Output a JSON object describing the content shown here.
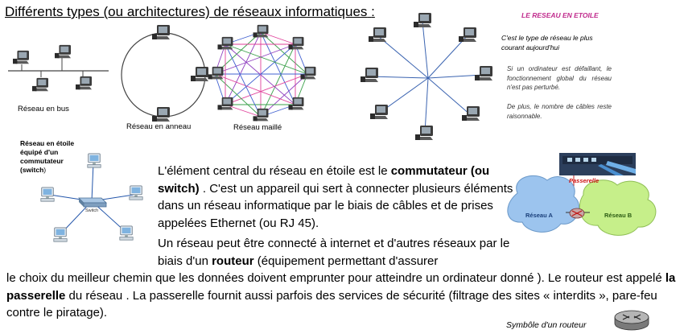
{
  "title": "Différents types (ou architectures) de réseaux informatiques",
  "title_suffix": ":",
  "diagrams": {
    "bus_label": "Réseau en bus",
    "ring_label": "Réseau en anneau",
    "mesh_label": "Réseau maillé"
  },
  "star_panel": {
    "heading": "LE RESEAU EN ETOILE",
    "description": "C'est le type de réseau le plus courant aujourd'hui",
    "note1": "Si un ordinateur est défaillant, le fonctionnement global du réseau n'est pas perturbé.",
    "note2": "De plus, le nombre de câbles reste raisonnable."
  },
  "switch_diagram": {
    "caption_line1": "Réseau en étoile",
    "caption_line2": "équipé d'un",
    "caption_line3": "commutateur",
    "caption_line4": "(switch",
    "caption_paren": ")",
    "switch_label": "Switch"
  },
  "gateway_diagram": {
    "label": "Passerelle",
    "network_a": "Réseau A",
    "network_b": "Réseau B"
  },
  "text": {
    "p1_a": "L'élément central du réseau en étoile  est le ",
    "p1_b": "commutateur (ou switch)",
    "p1_c": " . C'est un appareil qui sert à connecter plusieurs éléments dans un réseau informatique par le biais de câbles et de prises   appelées Ethernet  (ou RJ 45).",
    "p2_a": "Un réseau peut être connecté à internet et d'autres réseaux par le biais d'un ",
    "p2_b": "routeur",
    "p2_c": " (équipement permettant d'assurer",
    "p3_a": "le choix du meilleur chemin  que les données doivent emprunter pour atteindre un ordinateur donné ). Le routeur est appelé ",
    "p3_b": "la passerelle",
    "p3_c": " du réseau . La passerelle fournit aussi parfois  des services de sécurité (filtrage  des sites « interdits », pare-feu   contre le piratage)."
  },
  "router_caption": "Symbôle d'un routeur",
  "colors": {
    "star_heading": "#c02a8c",
    "cloud_a": "#9cc4ee",
    "cloud_b": "#c6ef8a",
    "gateway_label": "#cc1111",
    "switch_line": "#2255aa"
  }
}
